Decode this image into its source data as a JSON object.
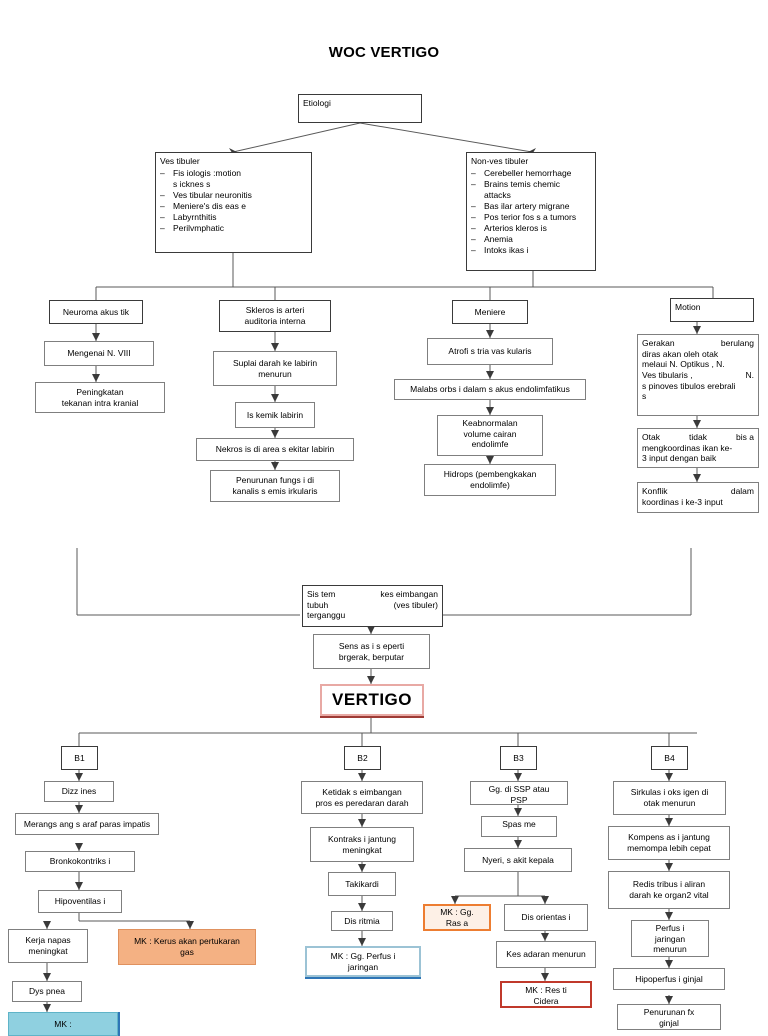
{
  "title": "WOC VERTIGO",
  "colors": {
    "node_border": "#7f7f7f",
    "node_border_dark": "#3a3a3a",
    "vertigo_border": "#e8a9a4",
    "mk_orange_fill": "#f4b183",
    "mk_peach_border": "#ed7d31",
    "mk_blue_border": "#9cc3d5",
    "mk_red_border": "#c0392b",
    "mk_cyan_fill": "#8fd0e0"
  },
  "nodes": {
    "etiologi": "Etiologi",
    "vestibuler": {
      "header": "Ves tibuler",
      "items": [
        {
          "left": "Fis iologis :",
          "right": "motion"
        },
        {
          "left": "s icknes s",
          "right": ""
        },
        {
          "left": "Ves tibular neuronitis",
          "right": ""
        },
        {
          "left": "Meniere's  dis eas e",
          "right": ""
        },
        {
          "left": "",
          "right": "Labyrnthitis"
        },
        {
          "left": "",
          "right": "Perilvmphatic"
        }
      ]
    },
    "nonvestibuler": {
      "header": "Non-ves tibuler",
      "items": [
        {
          "left": "Cerebeller hemorrhage",
          "right": ""
        },
        {
          "left": "Brains tem",
          "right": "is chemic"
        },
        {
          "left": "attacks",
          "right": ""
        },
        {
          "left": "Bas ilar artery migrane",
          "right": ""
        },
        {
          "left": "Pos terior fos s a tumors",
          "right": ""
        },
        {
          "left": "Arterios kleros is",
          "right": ""
        },
        {
          "left": "Anemia",
          "right": ""
        },
        {
          "left": "Intoks ikas i",
          "right": ""
        }
      ]
    },
    "neuroma_akustik": "Neuroma akus tik",
    "mengenai_n8": "Mengenai N. VIII",
    "peningkatan_tik": "Peningkatan\ntekanan intra kranial",
    "sklerosis_arteri": "Skleros is  arteri\nauditoria interna",
    "suplai_darah": "Suplai darah ke labirin\nmenurun",
    "iskemik_labirin": "Is kemik labirin",
    "nekrosis_labirin": "Nekros is  di area s ekitar labirin",
    "penurunan_fungsi": "Penurunan fungs i di\nkanalis  s emis irkularis",
    "meniere": "Meniere",
    "atrofi_stria": "Atrofi s tria vas kularis",
    "malabsorbsi": "Malabs orbs i dalam s akus  endolimfatikus",
    "keabnormalan": "Keabnormalan\nvolume cairan\nendolimfe",
    "hidrops": "Hidrops (pembengkakan\nendolimfe)",
    "motion": "Motion",
    "gerakan_berulang": {
      "lines": [
        {
          "left": "Gerakan",
          "right": "berulang"
        },
        {
          "left": "diras akan    oleh    otak",
          "right": ""
        },
        {
          "left": "melaui  N.  Optikus ,  N.",
          "right": ""
        },
        {
          "left": "Ves tibularis ,",
          "right": "N."
        },
        {
          "left": "s pinoves tibulos erebrali",
          "right": ""
        },
        {
          "left": "s",
          "right": ""
        }
      ]
    },
    "otak_tidak_bisa": {
      "lines": [
        {
          "left": "Otak",
          "mid": "tidak",
          "right": "bis a"
        },
        {
          "left": "mengkoordinas ikan  ke-",
          "mid": "",
          "right": ""
        },
        {
          "left": "3 input dengan baik",
          "mid": "",
          "right": ""
        }
      ]
    },
    "konflik": {
      "lines": [
        {
          "left": "Konflik",
          "right": "dalam"
        },
        {
          "left": "koordinas i ke-3 input",
          "right": ""
        }
      ]
    },
    "sistem_keseimbangan": {
      "lines": [
        {
          "left": "Sis tem",
          "right": "kes eimbangan"
        },
        {
          "left": "tubuh",
          "right": "(ves tibuler)"
        },
        {
          "left": "terganggu",
          "right": ""
        }
      ]
    },
    "sensasi": "Sens as i s eperti\nbrgerak, berputar",
    "vertigo": "VERTIGO",
    "b1": "B1",
    "b2": "B2",
    "b3": "B3",
    "b4": "B4",
    "dizziness": "Dizz ines",
    "merangsang_saraf": "Merangs ang s araf paras impatis",
    "bronkokontriksi": "Bronkokontriks i",
    "hipoventilasi": "Hipoventilas i",
    "kerja_napas": "Kerja napas\nmeningkat",
    "mk_kerusakan_gas": "MK : Kerus akan pertukaran\ngas",
    "dyspnea": "Dys pnea",
    "mk_cyan_cut": "MK :",
    "ketidakseimbangan": "Ketidak s eimbangan\npros es  peredaran darah",
    "kontraksi_jantung": "Kontraks i jantung\nmeningkat",
    "takikardi": "Takikardi",
    "disritmia": "Dis ritmia",
    "mk_gg_perfusi": "MK : Gg. Perfus i\njaringan",
    "gg_ssp": "Gg. di SSP atau\nPSP",
    "spasme": "Spas me",
    "nyeri": "Nyeri, s akit kepala",
    "mk_gg_rasa": "MK : Gg.\nRas a",
    "disorientasi": "Dis orientas i",
    "kesadaran_menurun": "Kes adaran menurun",
    "mk_resti": "MK : Res ti\nCidera",
    "sirkulasi_oksigen": "Sirkulas i oks igen di\notak menurun",
    "kompensasi_jantung": "Kompens as i jantung\nmemompa lebih cepat",
    "redistribusi": "Redis tribus i aliran\ndarah ke organ2 vital",
    "perfusi_jaringan": "Perfus i\njaringan\nmenurun",
    "hipoperfusi_ginjal": "Hipoperfus i ginjal",
    "penurunan_fx": "Penurunan fx\nginjal"
  }
}
